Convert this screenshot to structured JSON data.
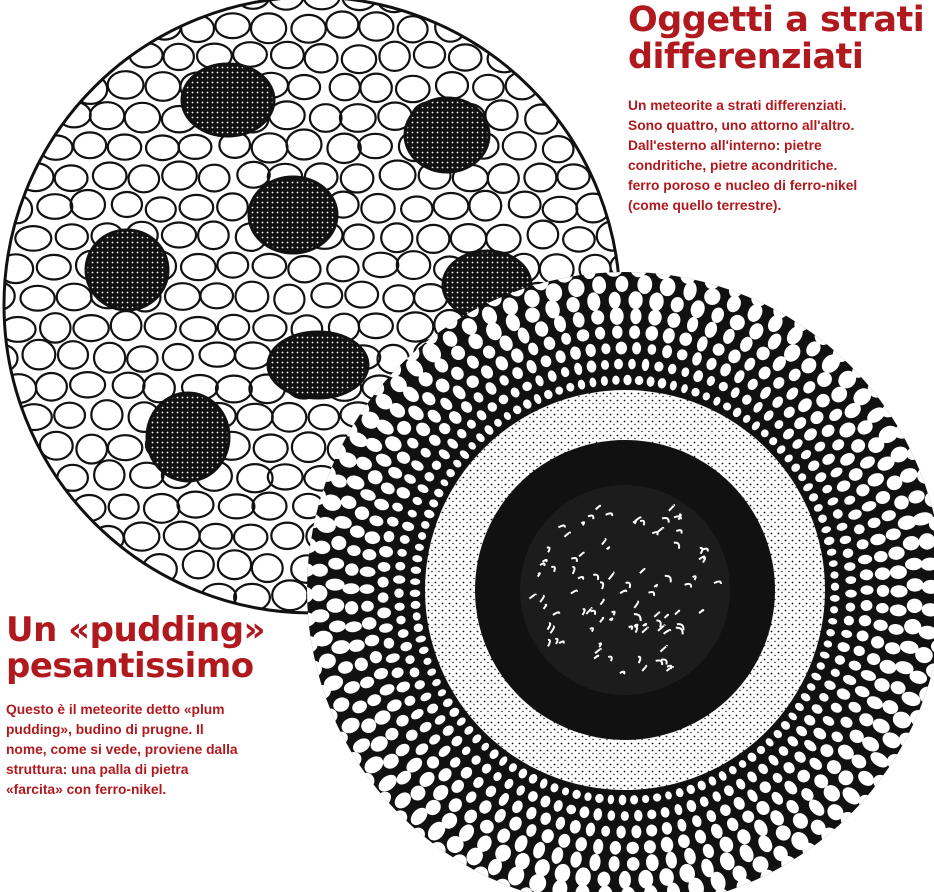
{
  "top_block": {
    "title_line1": "Oggetti a strati",
    "title_line2": "differenziati",
    "body_lines": [
      "Un meteorite a strati differenziati.",
      "Sono quattro, uno attorno all'altro.",
      "Dall'esterno all'interno: pietre",
      "condritiche, pietre acondritiche.",
      "ferro poroso e nucleo di ferro-nikel",
      "(come quello terrestre)."
    ]
  },
  "bottom_block": {
    "title_line1": "Un «pudding»",
    "title_line2": "pesantissimo",
    "body_lines": [
      "Questo è il meteorite detto «plum",
      "pudding», budino di prugne. Il",
      "nome, come si vede, proviene dalla",
      "struttura: una palla di pietra",
      "«farcita» con ferro-nikel."
    ]
  },
  "colors": {
    "accent": "#b0191e",
    "ink": "#111111",
    "paper": "#ffffff"
  }
}
